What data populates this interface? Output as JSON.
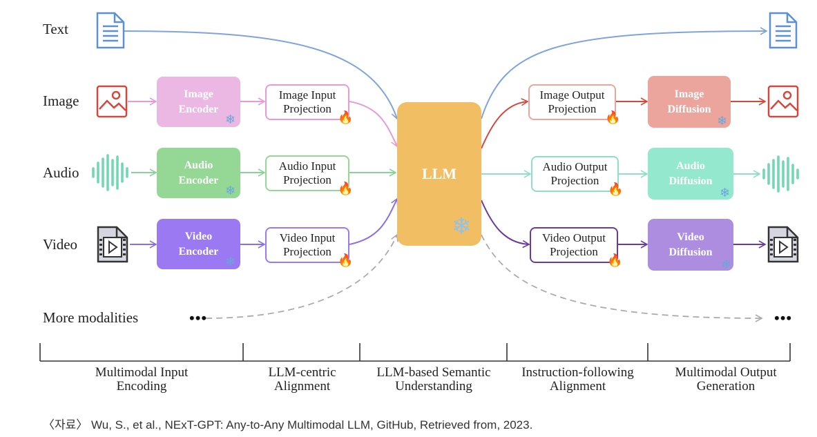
{
  "modalities": {
    "text": "Text",
    "image": "Image",
    "audio": "Audio",
    "video": "Video",
    "more": "More modalities",
    "dots": "•••"
  },
  "encoders": {
    "image": [
      "Image",
      "Encoder"
    ],
    "audio": [
      "Audio",
      "Encoder"
    ],
    "video": [
      "Video",
      "Encoder"
    ]
  },
  "input_projections": {
    "image": [
      "Image Input",
      "Projection"
    ],
    "audio": [
      "Audio Input",
      "Projection"
    ],
    "video": [
      "Video Input",
      "Projection"
    ]
  },
  "llm": "LLM",
  "output_projections": {
    "image": [
      "Image Output",
      "Projection"
    ],
    "audio": [
      "Audio Output",
      "Projection"
    ],
    "video": [
      "Video Output",
      "Projection"
    ]
  },
  "diffusions": {
    "image": [
      "Image",
      "Diffusion"
    ],
    "audio": [
      "Audio",
      "Diffusion"
    ],
    "video": [
      "Video",
      "Diffusion"
    ]
  },
  "stages": [
    [
      "Multimodal Input",
      "Encoding"
    ],
    [
      "LLM-centric",
      "Alignment"
    ],
    [
      "LLM-based Semantic",
      "Understanding"
    ],
    [
      "Instruction-following",
      "Alignment"
    ],
    [
      "Multimodal Output",
      "Generation"
    ]
  ],
  "caption": "〈자료〉 Wu, S., et al., NExT-GPT: Any-to-Any Multimodal LLM, GitHub, Retrieved from, 2023.",
  "icons": {
    "frozen": "snowflake-icon",
    "trainable": "fire-icon",
    "text": "document-icon",
    "image": "picture-icon",
    "audio": "waveform-icon",
    "video": "film-icon"
  },
  "colors": {
    "text": "#7fa3dd",
    "image_in": "#e79ad6",
    "image_enc": "#eab8e3",
    "image_out": "#d5473b",
    "image_diff": "#eba59d",
    "audio": "#86d49a",
    "audio_enc": "#95d895",
    "audio_out": "#8de0c4",
    "audio_diff": "#93e8cd",
    "video": "#8b6cf0",
    "video_enc": "#9a79f2",
    "video_out": "#6a3aa0",
    "video_diff": "#ad8de0",
    "llm": "#f1be64",
    "more": "#aaaaaa"
  }
}
